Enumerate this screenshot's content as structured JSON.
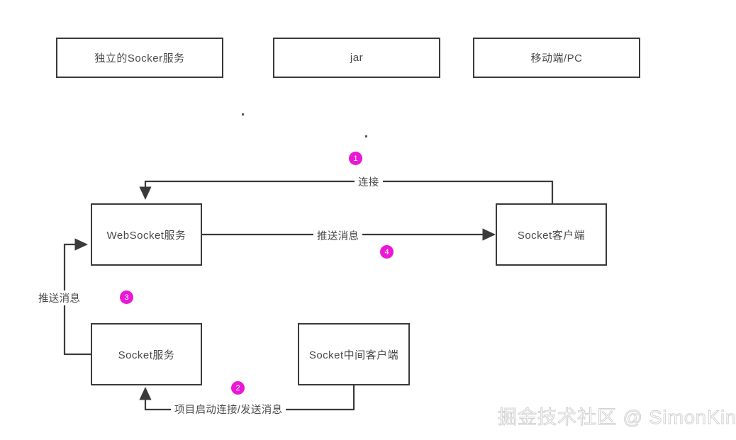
{
  "diagram": {
    "legend_boxes": [
      {
        "label": "独立的Socker服务"
      },
      {
        "label": "jar"
      },
      {
        "label": "移动端/PC"
      }
    ],
    "nodes": [
      {
        "id": "websocket-service",
        "label": "WebSocket服务"
      },
      {
        "id": "socket-client",
        "label": "Socket客户端"
      },
      {
        "id": "socket-service",
        "label": "Socket服务"
      },
      {
        "id": "socket-middle-client",
        "label": "Socket中间客户端"
      }
    ],
    "edges": [
      {
        "id": "connect",
        "label": "连接",
        "badge": "1"
      },
      {
        "id": "push-message-right",
        "label": "推送消息",
        "badge": "4"
      },
      {
        "id": "push-message-left",
        "label": "推送消息",
        "badge": "3"
      },
      {
        "id": "startup-connect-send",
        "label": "项目启动连接/发送消息",
        "badge": "2"
      }
    ],
    "watermark": "掘金技术社区 @ SimonKing",
    "colors": {
      "badge": "#ea18d6",
      "border": "#3a3a3a",
      "text": "#4a4a4a",
      "background": "#ffffff"
    }
  }
}
